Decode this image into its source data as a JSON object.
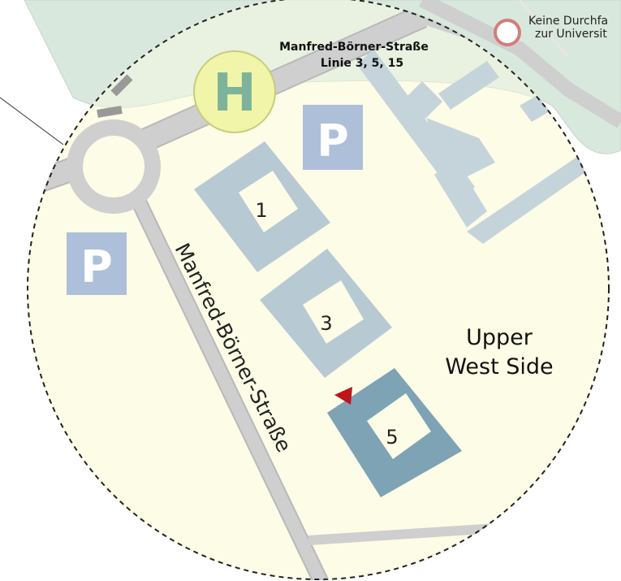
{
  "map": {
    "stop": {
      "street": "Manfred-Börner-Straße",
      "lines": "Linie 3, 5, 15",
      "symbol": "H"
    },
    "notice": {
      "line1": "Keine Durchfa",
      "line2": "zur Universit"
    },
    "street_label": "Manfred-Börner-Straße",
    "parking_symbol": "P",
    "buildings": [
      {
        "number": "1"
      },
      {
        "number": "3"
      },
      {
        "number": "5"
      }
    ],
    "area": {
      "line1": "Upper",
      "line2": "West Side"
    },
    "icons": [
      "bus-stop-icon",
      "parking-icon",
      "no-entry-icon",
      "location-marker-icon"
    ],
    "colors": {
      "circle_fill": "#fdfce6",
      "green_area": "#d9e8dc",
      "road": "#cfcfcf",
      "road_outline": "#b9b9b9",
      "campus_buildings": "#c5d4da",
      "building_light": "#b7c9d3",
      "building_dark": "#7da3b5",
      "parking": "#aebfd9",
      "stop_circle": "#f1f5a9",
      "stop_letter": "#7db39a",
      "marker": "#c0131a",
      "no_entry": "#d47c7c"
    }
  }
}
